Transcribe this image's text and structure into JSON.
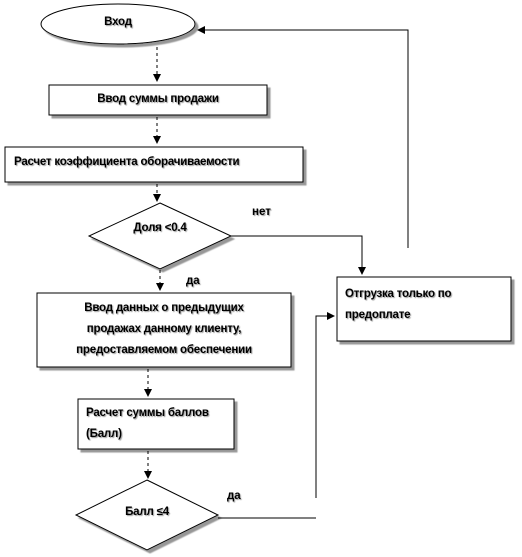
{
  "nodes": {
    "start": "Вход",
    "input_sale": "Ввод суммы продажи",
    "calc_turnover": "Расчет коэффициента оборачиваемости",
    "decision_share": "Доля <0.4",
    "input_history": [
      "Ввод данных о предыдущих",
      "продажах данному клиенту,",
      "предоставляемом обеспечении"
    ],
    "calc_score": [
      "Расчет суммы баллов",
      "(Балл)"
    ],
    "decision_score": "Балл ≤4",
    "prepay_only": [
      "Отгрузка только по",
      "предоплате"
    ]
  },
  "edge_labels": {
    "share_no": "нет",
    "share_yes": "да",
    "score_yes": "да"
  }
}
